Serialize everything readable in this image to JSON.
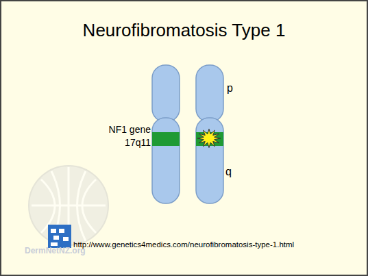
{
  "diagram": {
    "title": "Neurofibromatosis Type 1",
    "labels": [
      "NF1 gene",
      "17q11",
      "p",
      "q",
      "http://www.genetics4medics.com/neurofibromatosis-type-1.html",
      "DermNetNZ.org"
    ]
  }
}
